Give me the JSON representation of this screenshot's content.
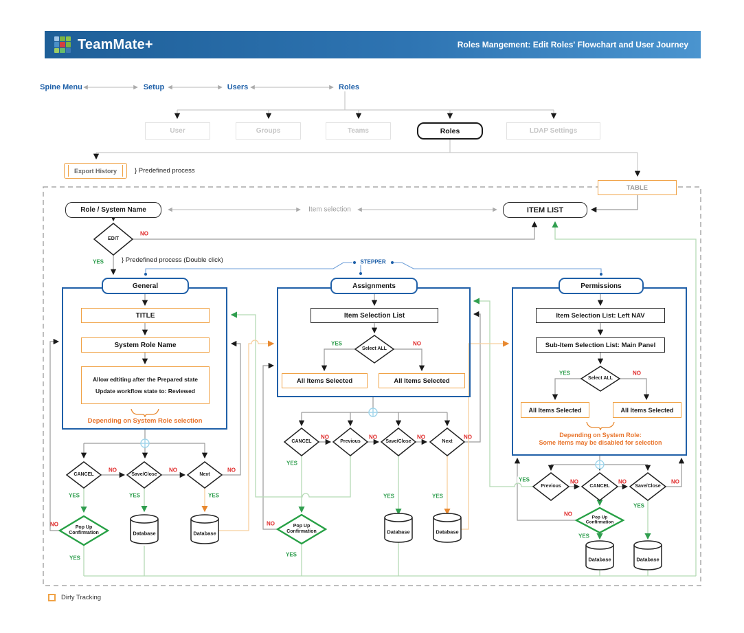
{
  "header": {
    "brand": "TeamMate+",
    "title": "Roles Mangement: Edit Roles' Flowchart and User Journey"
  },
  "breadcrumb": {
    "spine_menu": "Spine Menu",
    "setup": "Setup",
    "users": "Users",
    "roles": "Roles"
  },
  "nav": {
    "user": "User",
    "groups": "Groups",
    "teams": "Teams",
    "roles": "Roles",
    "ldap": "LDAP Settings"
  },
  "labels": {
    "yes": "YES",
    "no": "NO"
  },
  "nodes": {
    "export_history": "Export History",
    "table": "TABLE",
    "item_list": "ITEM LIST",
    "role_system_name": "Role / System Name",
    "edit": "EDIT",
    "select_all": "Select ALL",
    "cancel": "CANCEL",
    "save_close": "Save/Close",
    "next": "Next",
    "previous": "Previous",
    "popup_line1": "Pop Up",
    "popup_line2": "Confirmation",
    "database": "Database"
  },
  "panels": {
    "general": {
      "tab": "General",
      "title_box": "TITLE",
      "system_role_name": "System Role Name",
      "allow_line1": "Allow edtiting after the Prepared state",
      "allow_line2": "Update workflow state to: Reviewed",
      "note": "Depending on System Role selection"
    },
    "assignments": {
      "tab": "Assignments",
      "item_selection_list": "Item Selection List",
      "all_items_selected": "All Items Selected"
    },
    "permissions": {
      "tab": "Permissions",
      "item_selection_list": "Item Selection List: Left NAV",
      "sub_item_selection_list": "Sub-Item Selection List: Main Panel",
      "all_items_selected": "All Items Selected",
      "note_line1": "Depending on System Role:",
      "note_line2": "Some items may be disabled for selection"
    }
  },
  "annotations": {
    "predefined_process": "} Predefined process",
    "predefined_process_double_click": "} Predefined process (Double click)",
    "item_selection": "Item selection",
    "stepper": "STEPPER",
    "legend_dirty_tracking": "Dirty Tracking"
  },
  "colors": {
    "brand_blue": "#1d5fa8",
    "panel_blue": "#2060a8",
    "orange": "#f0a245",
    "orange_text": "#e8732a",
    "green": "#2f9e4e",
    "red": "#e02b2b"
  }
}
